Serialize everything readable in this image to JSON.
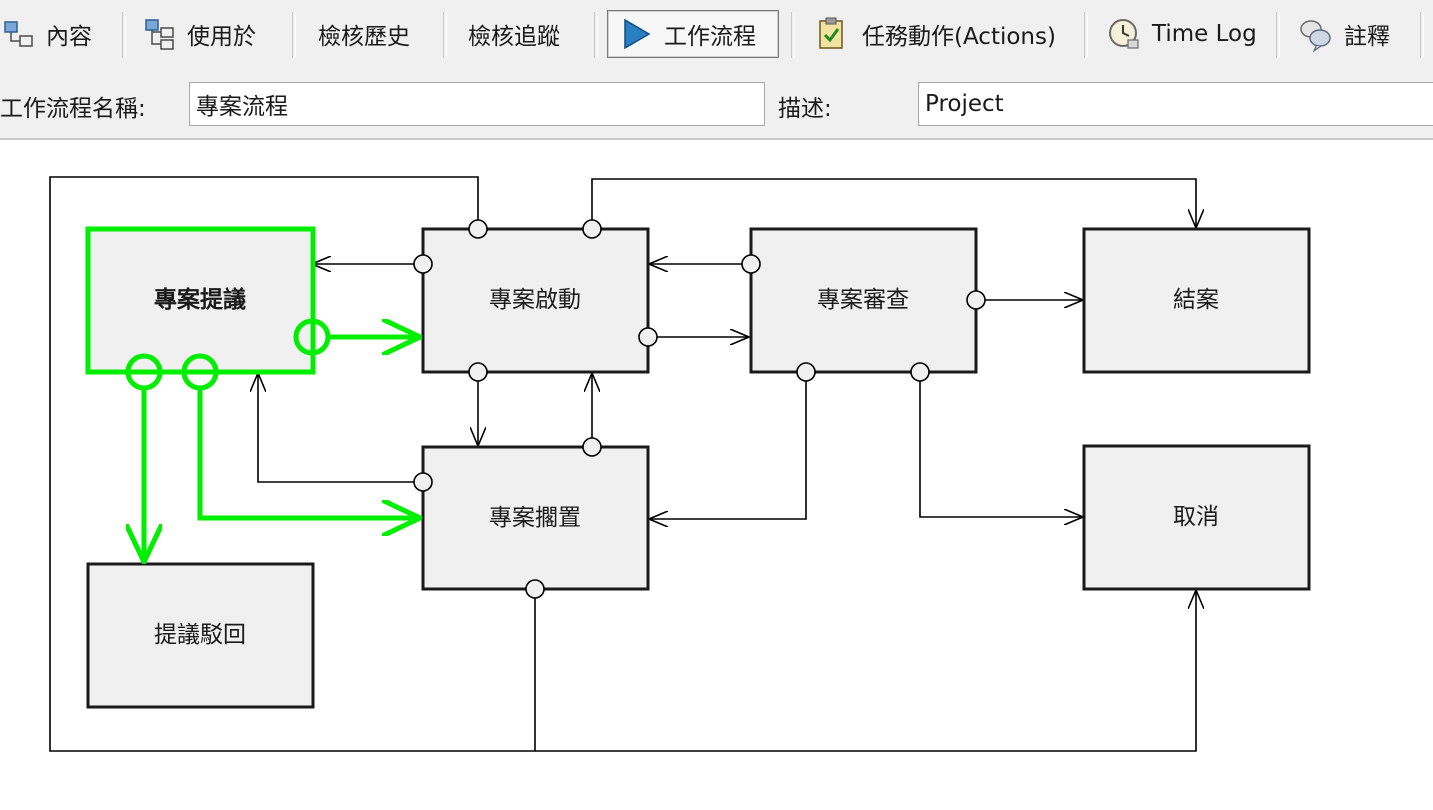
{
  "toolbar": {
    "content": "內容",
    "used_in": "使用於",
    "audit_history": "檢核歷史",
    "audit_trail": "檢核追蹤",
    "workflow": "工作流程",
    "actions": "任務動作(Actions)",
    "time_log": "Time Log",
    "notes": "註釋"
  },
  "form": {
    "name_label": "工作流程名稱:",
    "name_value": "專案流程",
    "desc_label": "描述:",
    "desc_value": "Project"
  },
  "diagram": {
    "selected_node": "proposal",
    "highlight_color": "#00ee00",
    "nodes": {
      "proposal": "專案提議",
      "start": "專案啟動",
      "review": "專案審查",
      "close": "結案",
      "hold": "專案擱置",
      "cancel": "取消",
      "reject": "提議駁回"
    }
  }
}
